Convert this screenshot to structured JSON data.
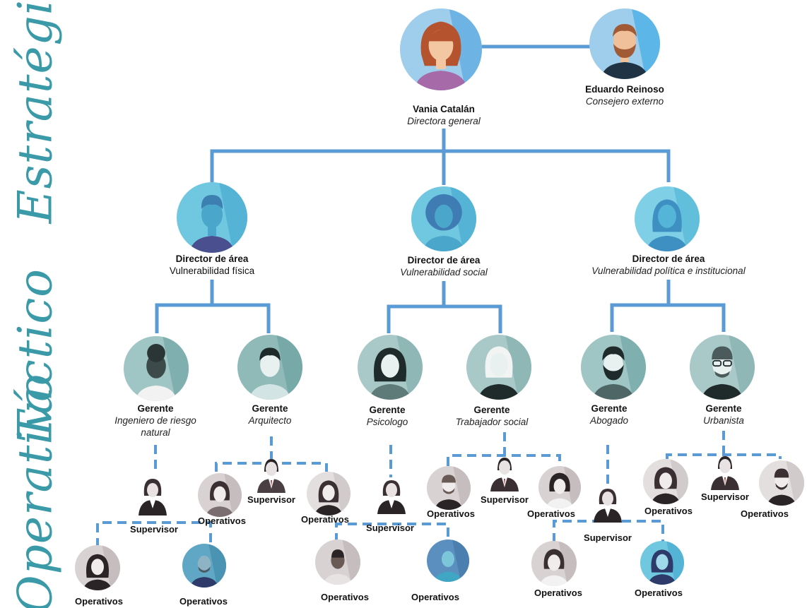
{
  "levels": {
    "strategic": "Estratégico",
    "tactical": "Táctico",
    "operative": "Operativo"
  },
  "top": {
    "ceo": {
      "name": "Vania Catalán",
      "role": "Directora general"
    },
    "advisor": {
      "name": "Eduardo Reinoso",
      "role": "Consejero externo"
    }
  },
  "directors": [
    {
      "name": "Director de área",
      "role": "Vulnerabilidad física"
    },
    {
      "name": "Director de área",
      "role": "Vulnerabilidad social"
    },
    {
      "name": "Director de área",
      "role": "Vulnerabilidad política e institucional"
    }
  ],
  "managers": [
    {
      "name": "Gerente",
      "role": "Ingeniero de riesgo natural"
    },
    {
      "name": "Gerente",
      "role": "Arquitecto"
    },
    {
      "name": "Gerente",
      "role": "Psicologo"
    },
    {
      "name": "Gerente",
      "role": "Trabajador social"
    },
    {
      "name": "Gerente",
      "role": "Abogado"
    },
    {
      "name": "Gerente",
      "role": "Urbanista"
    }
  ],
  "operative": {
    "supervisor": "Supervisor",
    "staff": "Operativos"
  },
  "colors": {
    "line": "#5b9bd5",
    "level_text": "#3b9aa8"
  }
}
